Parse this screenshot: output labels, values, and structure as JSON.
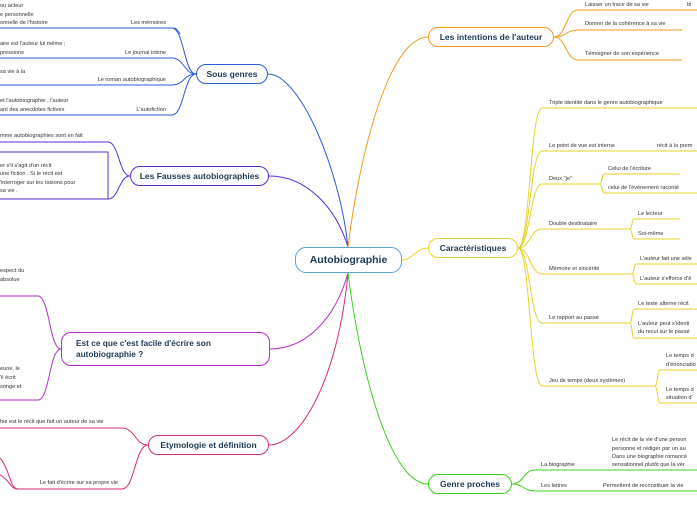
{
  "title": "Autobiographie",
  "colors": {
    "center": "#5aa0d0",
    "sous_genres": "#2a5bd7",
    "fausses": "#5a2bd7",
    "facile": "#b22ec8",
    "etymologie": "#d42a7a",
    "intentions": "#f39a1e",
    "caracteristiques": "#e8d22a",
    "genre_proches": "#3ad01e"
  },
  "branches": {
    "sous_genres": {
      "label": "Sous genres",
      "memoires": "Les mémoires",
      "memoires_text": [
        "ou acteur",
        "e personnelle",
        "onnelle de l'histoire"
      ],
      "journal": "Le journal intime",
      "journal_text": [
        "aire est l'auteur lui même ;",
        "pressions"
      ],
      "roman": "Le roman autobiographique",
      "roman_text": [
        "sa vie à la"
      ],
      "autofiction": "L'autofiction",
      "autofiction_text": [
        "et l'autobiographie , l'auteur",
        "ant des anecdotes fictives"
      ]
    },
    "fausses": {
      "label": "Les Fausses autobiographies",
      "text1": [
        "mme autobiographies sont en fait"
      ],
      "text2": [
        "er s'il s'agit d'un récit",
        "une fiction . Si le récit est",
        "'interroger sur les raisons pour",
        "sa vie ."
      ]
    },
    "facile": {
      "label_line1": "Est ce que c'est facile d'écrire son",
      "label_line2": "autobiographie ?",
      "text1": [
        "espect du",
        "absolue"
      ],
      "text2": [
        "eune, le",
        "'il écrit",
        "songe et"
      ]
    },
    "etymologie": {
      "label": "Etymologie et définition",
      "text1": "hie est le récit que fait un auteur de sa vie",
      "text2": "Le fait d'écrire sur sa propre vie"
    },
    "intentions": {
      "label": "Les intentions de l'auteur",
      "item1": "Laisser un trace de sa vie",
      "item1_tail": "bi",
      "item2": "Donner de la cohérence à sa vie",
      "item3": "Témoigner de son expérience"
    },
    "caracteristiques": {
      "label": "Caractéristiques",
      "triple": "Triple identité dans le genre autobiographique",
      "point_de_vue": "Le point de vue est interne",
      "point_tail": "récit à la prem",
      "deux_je": "Deux \"je\"",
      "celui_ecriture": "Celui de l'écriture",
      "celui_evenement": "celui de l'événement raconté",
      "double": "Double destinataire",
      "lecteur": "Le lecteur",
      "soi_meme": "Soi-même",
      "memoire": "Mémoire et sincérité",
      "auteur_fait": "L'auteur fait une séle",
      "auteur_efforce": "L'auteur s'efforce d'ê",
      "rapport": "Le rapport au passé",
      "texte_alterne": "Le texte alterne récit",
      "auteur_peut": [
        "L'auteur peut s'identi",
        "du recul sur le passé"
      ],
      "jeu": "Jeu de temps (deux systèmes)",
      "temps1": [
        "Le temps d",
        "d'énonciatio"
      ],
      "temps2": [
        "Le temps d",
        "situation d'"
      ]
    },
    "genre_proches": {
      "label": "Genre proches",
      "biographie": "La biographie",
      "bio_text": [
        "Le récit de la vie d'une person",
        "personne et rédiger par un au",
        "Dans une biographie romancé",
        "sensationnel plutôt que la vér"
      ],
      "lettres": "Les lettres",
      "lettres_text": "Permettent de reconstituer la vie"
    }
  }
}
